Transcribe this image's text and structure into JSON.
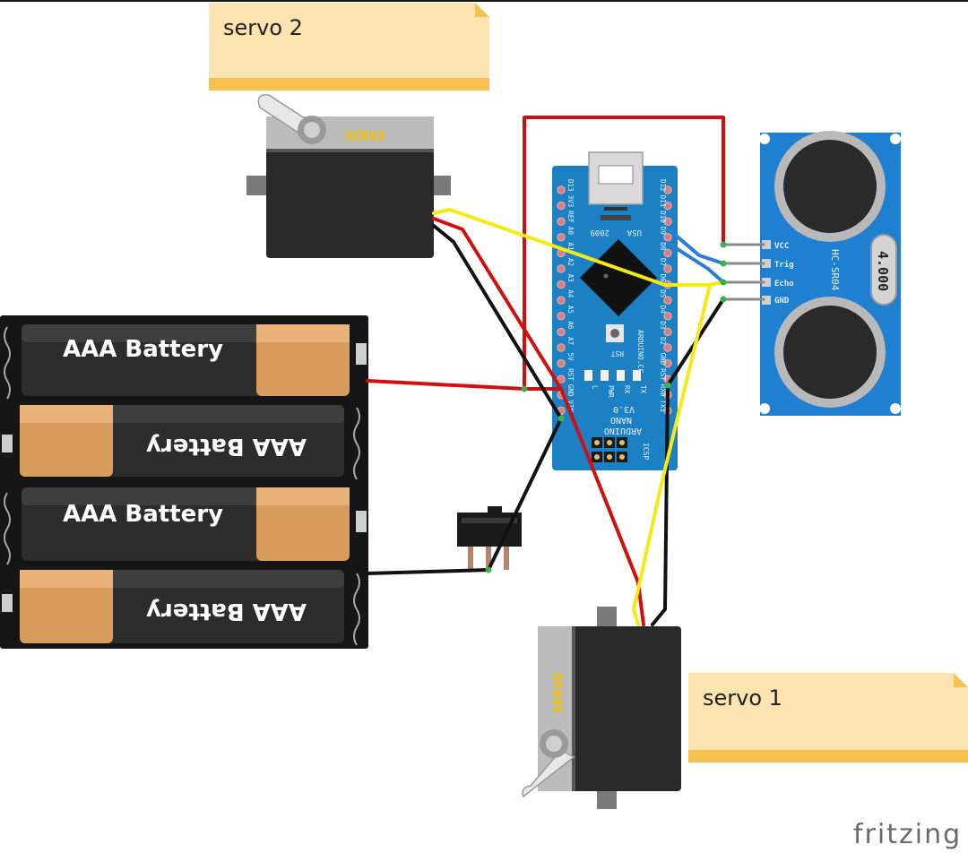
{
  "notes": {
    "servo2": "servo 2",
    "servo1": "servo 1"
  },
  "servo_label": "SERVO",
  "battery_label": "AAA Battery",
  "sensor": {
    "model": "HC-SR04",
    "pins": [
      "VCC",
      "Trig",
      "Echo",
      "GND"
    ],
    "crystal": "4.000"
  },
  "arduino": {
    "title": "ARDUINO",
    "model": "NANO",
    "version": "V3.0",
    "year": "2009",
    "country": "USA",
    "site": "ARDUINO.CC",
    "rst": "RST",
    "icsp": "ICSP",
    "leds": [
      "L",
      "PWR",
      "RX",
      "TX"
    ],
    "left_pins": [
      "D13",
      "3V3",
      "REF",
      "A0",
      "A1",
      "A2",
      "A3",
      "A4",
      "A5",
      "A6",
      "A7",
      "5V",
      "RST",
      "GND",
      "VIN"
    ],
    "right_pins": [
      "D12",
      "D11",
      "D10",
      "D9",
      "D8",
      "D7",
      "D6",
      "D5",
      "D4",
      "D3",
      "D2",
      "GND",
      "RST",
      "RX0",
      "TX1"
    ]
  },
  "brand": "fritzing",
  "colors": {
    "wire_red": "#d10f0f",
    "wire_black": "#111111",
    "wire_yellow": "#f3ea16",
    "wire_blue": "#2a7fd4",
    "board_blue": "#1b80c4",
    "sensor_blue": "#1f7fd0",
    "note_fill": "#fde3b0",
    "note_strip": "#f6c24f"
  }
}
